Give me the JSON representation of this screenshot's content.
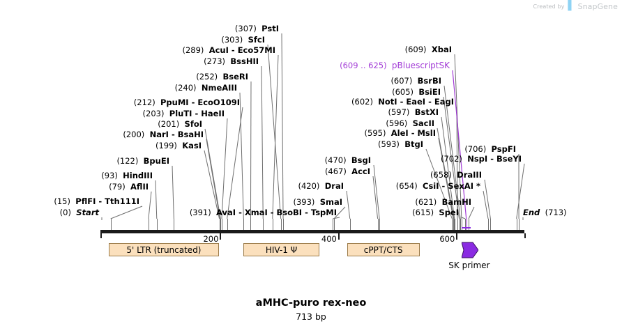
{
  "watermark": {
    "created_by": "Created by",
    "brand": "SnapGene",
    "logo_icon": "snapgene-logo-icon"
  },
  "title": "aMHC-puro rex-neo",
  "subtitle": "713 bp",
  "sequence": {
    "length_bp": 713,
    "start_label": "Start",
    "start_pos": "(0)",
    "end_label": "End",
    "end_pos": "(713)"
  },
  "ruler": {
    "ticks": [
      200,
      400,
      600
    ],
    "labels": [
      "200",
      "400",
      "600"
    ]
  },
  "features": [
    {
      "name": "5' LTR (truncated)",
      "start": 12,
      "end": 198,
      "color": "#fbe0bd"
    },
    {
      "name": "HIV-1 Ψ",
      "start": 240,
      "end": 368,
      "color": "#fbe0bd"
    },
    {
      "name": "cPPT/CTS",
      "start": 415,
      "end": 538,
      "color": "#fbe0bd"
    }
  ],
  "primers": [
    {
      "name": "SK primer",
      "start": 609,
      "end": 625,
      "color": "#8A2BE2",
      "direction": "forward"
    }
  ],
  "feature_labels": [
    {
      "pos": "(609 .. 625)",
      "name": "pBluescriptSK",
      "color": "#a23bd6",
      "site": 617
    }
  ],
  "enzymes": [
    {
      "pos": "(15)",
      "names": [
        "PflFI",
        "Tth111I"
      ],
      "site": 15
    },
    {
      "pos": "(79)",
      "names": [
        "AflII"
      ],
      "site": 79
    },
    {
      "pos": "(93)",
      "names": [
        "HindIII"
      ],
      "site": 93
    },
    {
      "pos": "(122)",
      "names": [
        "BpuEI"
      ],
      "site": 122
    },
    {
      "pos": "(199)",
      "names": [
        "KasI"
      ],
      "site": 199
    },
    {
      "pos": "(200)",
      "names": [
        "NarI",
        "BsaHI"
      ],
      "site": 200
    },
    {
      "pos": "(201)",
      "names": [
        "SfoI"
      ],
      "site": 201
    },
    {
      "pos": "(203)",
      "names": [
        "PluTI",
        "HaeII"
      ],
      "site": 203
    },
    {
      "pos": "(212)",
      "names": [
        "PpuMI",
        "EcoO109I"
      ],
      "site": 212
    },
    {
      "pos": "(240)",
      "names": [
        "NmeAIII"
      ],
      "site": 240
    },
    {
      "pos": "(252)",
      "names": [
        "BseRI"
      ],
      "site": 252
    },
    {
      "pos": "(273)",
      "names": [
        "BssHII"
      ],
      "site": 273
    },
    {
      "pos": "(289)",
      "names": [
        "AcuI",
        "Eco57MI"
      ],
      "site": 289
    },
    {
      "pos": "(303)",
      "names": [
        "SfcI"
      ],
      "site": 303
    },
    {
      "pos": "(307)",
      "names": [
        "PstI"
      ],
      "site": 307
    },
    {
      "pos": "(391)",
      "names": [
        "AvaI",
        "XmaI",
        "BsoBI",
        "TspMI"
      ],
      "site": 391
    },
    {
      "pos": "(393)",
      "names": [
        "SmaI"
      ],
      "site": 393
    },
    {
      "pos": "(420)",
      "names": [
        "DraI"
      ],
      "site": 420
    },
    {
      "pos": "(467)",
      "names": [
        "AccI"
      ],
      "site": 467
    },
    {
      "pos": "(470)",
      "names": [
        "BsgI"
      ],
      "site": 470
    },
    {
      "pos": "(593)",
      "names": [
        "BtgI"
      ],
      "site": 593
    },
    {
      "pos": "(595)",
      "names": [
        "AleI",
        "MslI"
      ],
      "site": 595
    },
    {
      "pos": "(596)",
      "names": [
        "SacII"
      ],
      "site": 596
    },
    {
      "pos": "(597)",
      "names": [
        "BstXI"
      ],
      "site": 597
    },
    {
      "pos": "(602)",
      "names": [
        "NotI",
        "EaeI",
        "EagI"
      ],
      "site": 602
    },
    {
      "pos": "(605)",
      "names": [
        "BsiEI"
      ],
      "site": 605
    },
    {
      "pos": "(607)",
      "names": [
        "BsrBI"
      ],
      "site": 607
    },
    {
      "pos": "(609)",
      "names": [
        "XbaI"
      ],
      "site": 609
    },
    {
      "pos": "(615)",
      "names": [
        "SpeI"
      ],
      "site": 615
    },
    {
      "pos": "(621)",
      "names": [
        "BamHI"
      ],
      "site": 621
    },
    {
      "pos": "(654)",
      "names": [
        "CsiI",
        "SexAI *"
      ],
      "site": 654
    },
    {
      "pos": "(658)",
      "names": [
        "DraIII"
      ],
      "site": 658
    },
    {
      "pos": "(702)",
      "names": [
        "NspI",
        "BseYI"
      ],
      "site": 702
    },
    {
      "pos": "(706)",
      "names": [
        "PspFI"
      ],
      "site": 706
    }
  ],
  "colors": {
    "backbone": "#1a1a1a",
    "feature_fill": "#fbe0bd",
    "feature_border": "#9b7b4a",
    "primer": "#8A2BE2",
    "feature_label": "#a23bd6",
    "leader": "#6f6f6f"
  }
}
